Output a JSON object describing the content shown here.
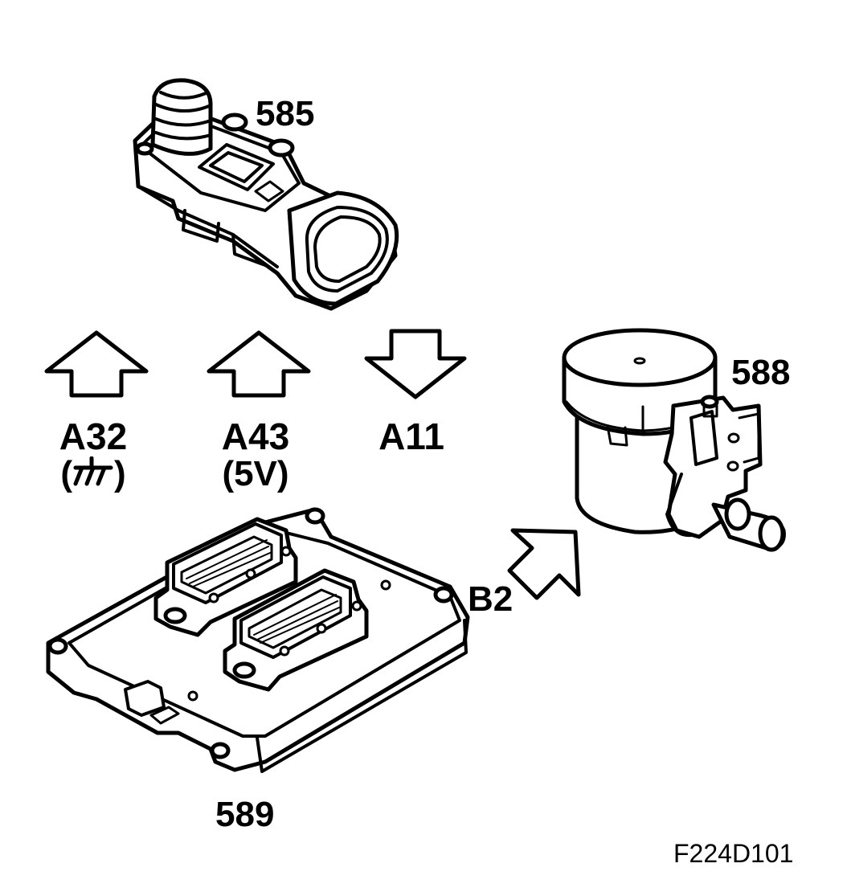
{
  "parts": {
    "sensor_585": {
      "label": "585"
    },
    "valve_588": {
      "label": "588"
    },
    "ecu_589": {
      "label": "589"
    }
  },
  "signals": {
    "a32": {
      "label": "A32",
      "sub_prefix": "(",
      "sub_suffix": ")",
      "sub_icon": "ground-symbol-icon",
      "direction": "up"
    },
    "a43": {
      "label": "A43",
      "sub": "(5V)",
      "direction": "up"
    },
    "a11": {
      "label": "A11",
      "direction": "down"
    },
    "b2": {
      "label": "B2",
      "direction": "up-right"
    }
  },
  "figure": {
    "id": "F224D101"
  },
  "colors": {
    "line": "#000000",
    "fill": "#ffffff"
  }
}
